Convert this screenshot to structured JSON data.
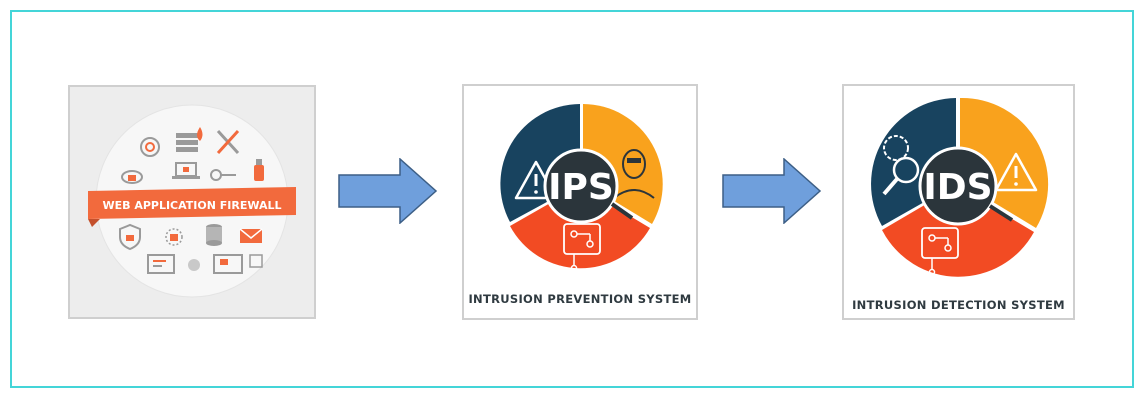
{
  "waf": {
    "banner": "WEB APPLICATION FIREWALL",
    "colors": {
      "orange": "#f26a3d",
      "gray": "#a9a9a9",
      "circle": "#f6f6f6",
      "bg": "#ededed"
    }
  },
  "ips": {
    "hub": "IPS",
    "caption": "INTRUSION PREVENTION SYSTEM",
    "colors": {
      "navy": "#18435f",
      "amber": "#f9a21d",
      "red": "#f24b23",
      "hub": "#2b353b"
    }
  },
  "ids": {
    "hub": "IDS",
    "caption": "INTRUSION DETECTION SYSTEM",
    "colors": {
      "navy": "#18435f",
      "amber": "#f9a21d",
      "red": "#f24b23",
      "hub": "#2b353b"
    }
  },
  "arrows": {
    "fill": "#6f9fdc",
    "stroke": "#3d5f86"
  },
  "frame": {
    "border": "#44d5d8"
  }
}
